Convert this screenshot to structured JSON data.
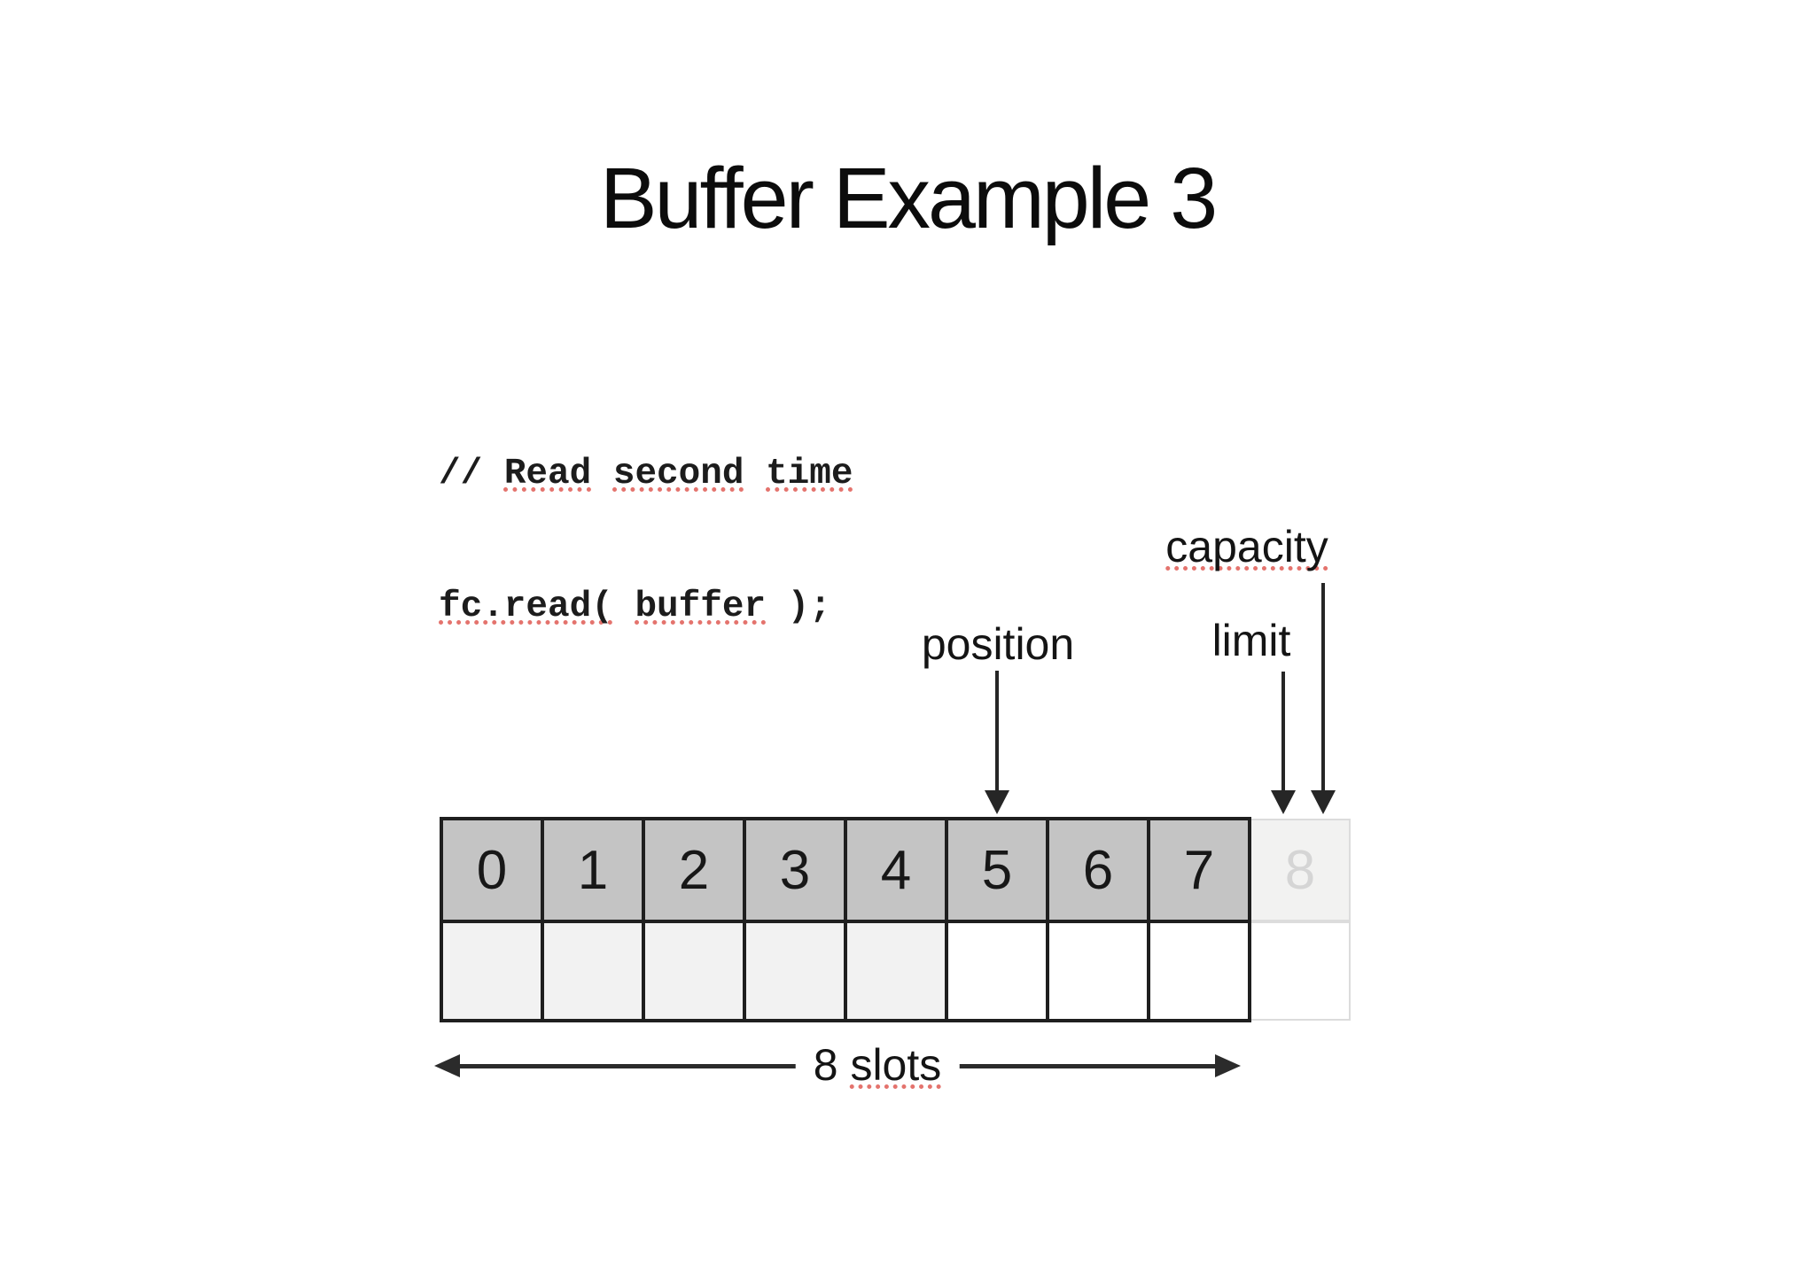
{
  "title": "Buffer Example 3",
  "code": {
    "comment_prefix": "// ",
    "comment_word1": "Read",
    "comment_word2": "second",
    "comment_word3": "time",
    "call_part1": "fc.read(",
    "call_arg": "buffer",
    "call_suffix": " );",
    "space": " "
  },
  "pointers": {
    "position": "position",
    "limit": "limit",
    "capacity": "capacity"
  },
  "buffer": {
    "cells": [
      "0",
      "1",
      "2",
      "3",
      "4",
      "5",
      "6",
      "7",
      "8"
    ]
  },
  "extent": {
    "number": "8",
    "space": " ",
    "word": "slots"
  },
  "colors": {
    "filled_cell_bg": "#c4c4c4",
    "ghost_cell_bg": "#f2f2f1",
    "ghost_cell_text": "#d5d5d5",
    "consumed_cell_bg": "#f2f2f2",
    "cell_border_dark": "#1f1f1f",
    "cell_border_light": "#dcdcdc",
    "squiggle_red": "#e4736d",
    "ink": "#151515"
  }
}
